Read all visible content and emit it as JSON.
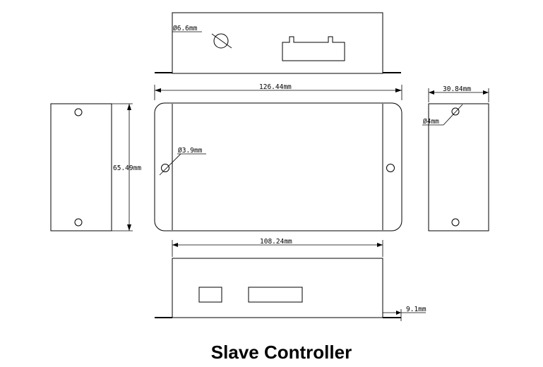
{
  "title": "Slave Controller",
  "dimensions": {
    "hole_top": "Ø6.6mm",
    "overall_width": "126.44mm",
    "depth": "30.84mm",
    "hole_side": "Ø4mm",
    "height": "65.49mm",
    "hole_front": "Ø3.9mm",
    "inner_width": "108.24mm",
    "flange": "9.1mm"
  }
}
